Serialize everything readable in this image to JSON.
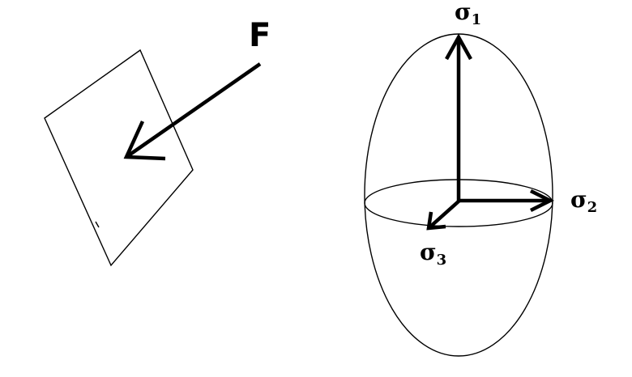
{
  "force_label": "F",
  "stress_axes": [
    {
      "symbol": "σ",
      "subscript": "1"
    },
    {
      "symbol": "σ",
      "subscript": "2"
    },
    {
      "symbol": "σ",
      "subscript": "3"
    }
  ],
  "colors": {
    "line": "#000000",
    "background": "#ffffff"
  }
}
